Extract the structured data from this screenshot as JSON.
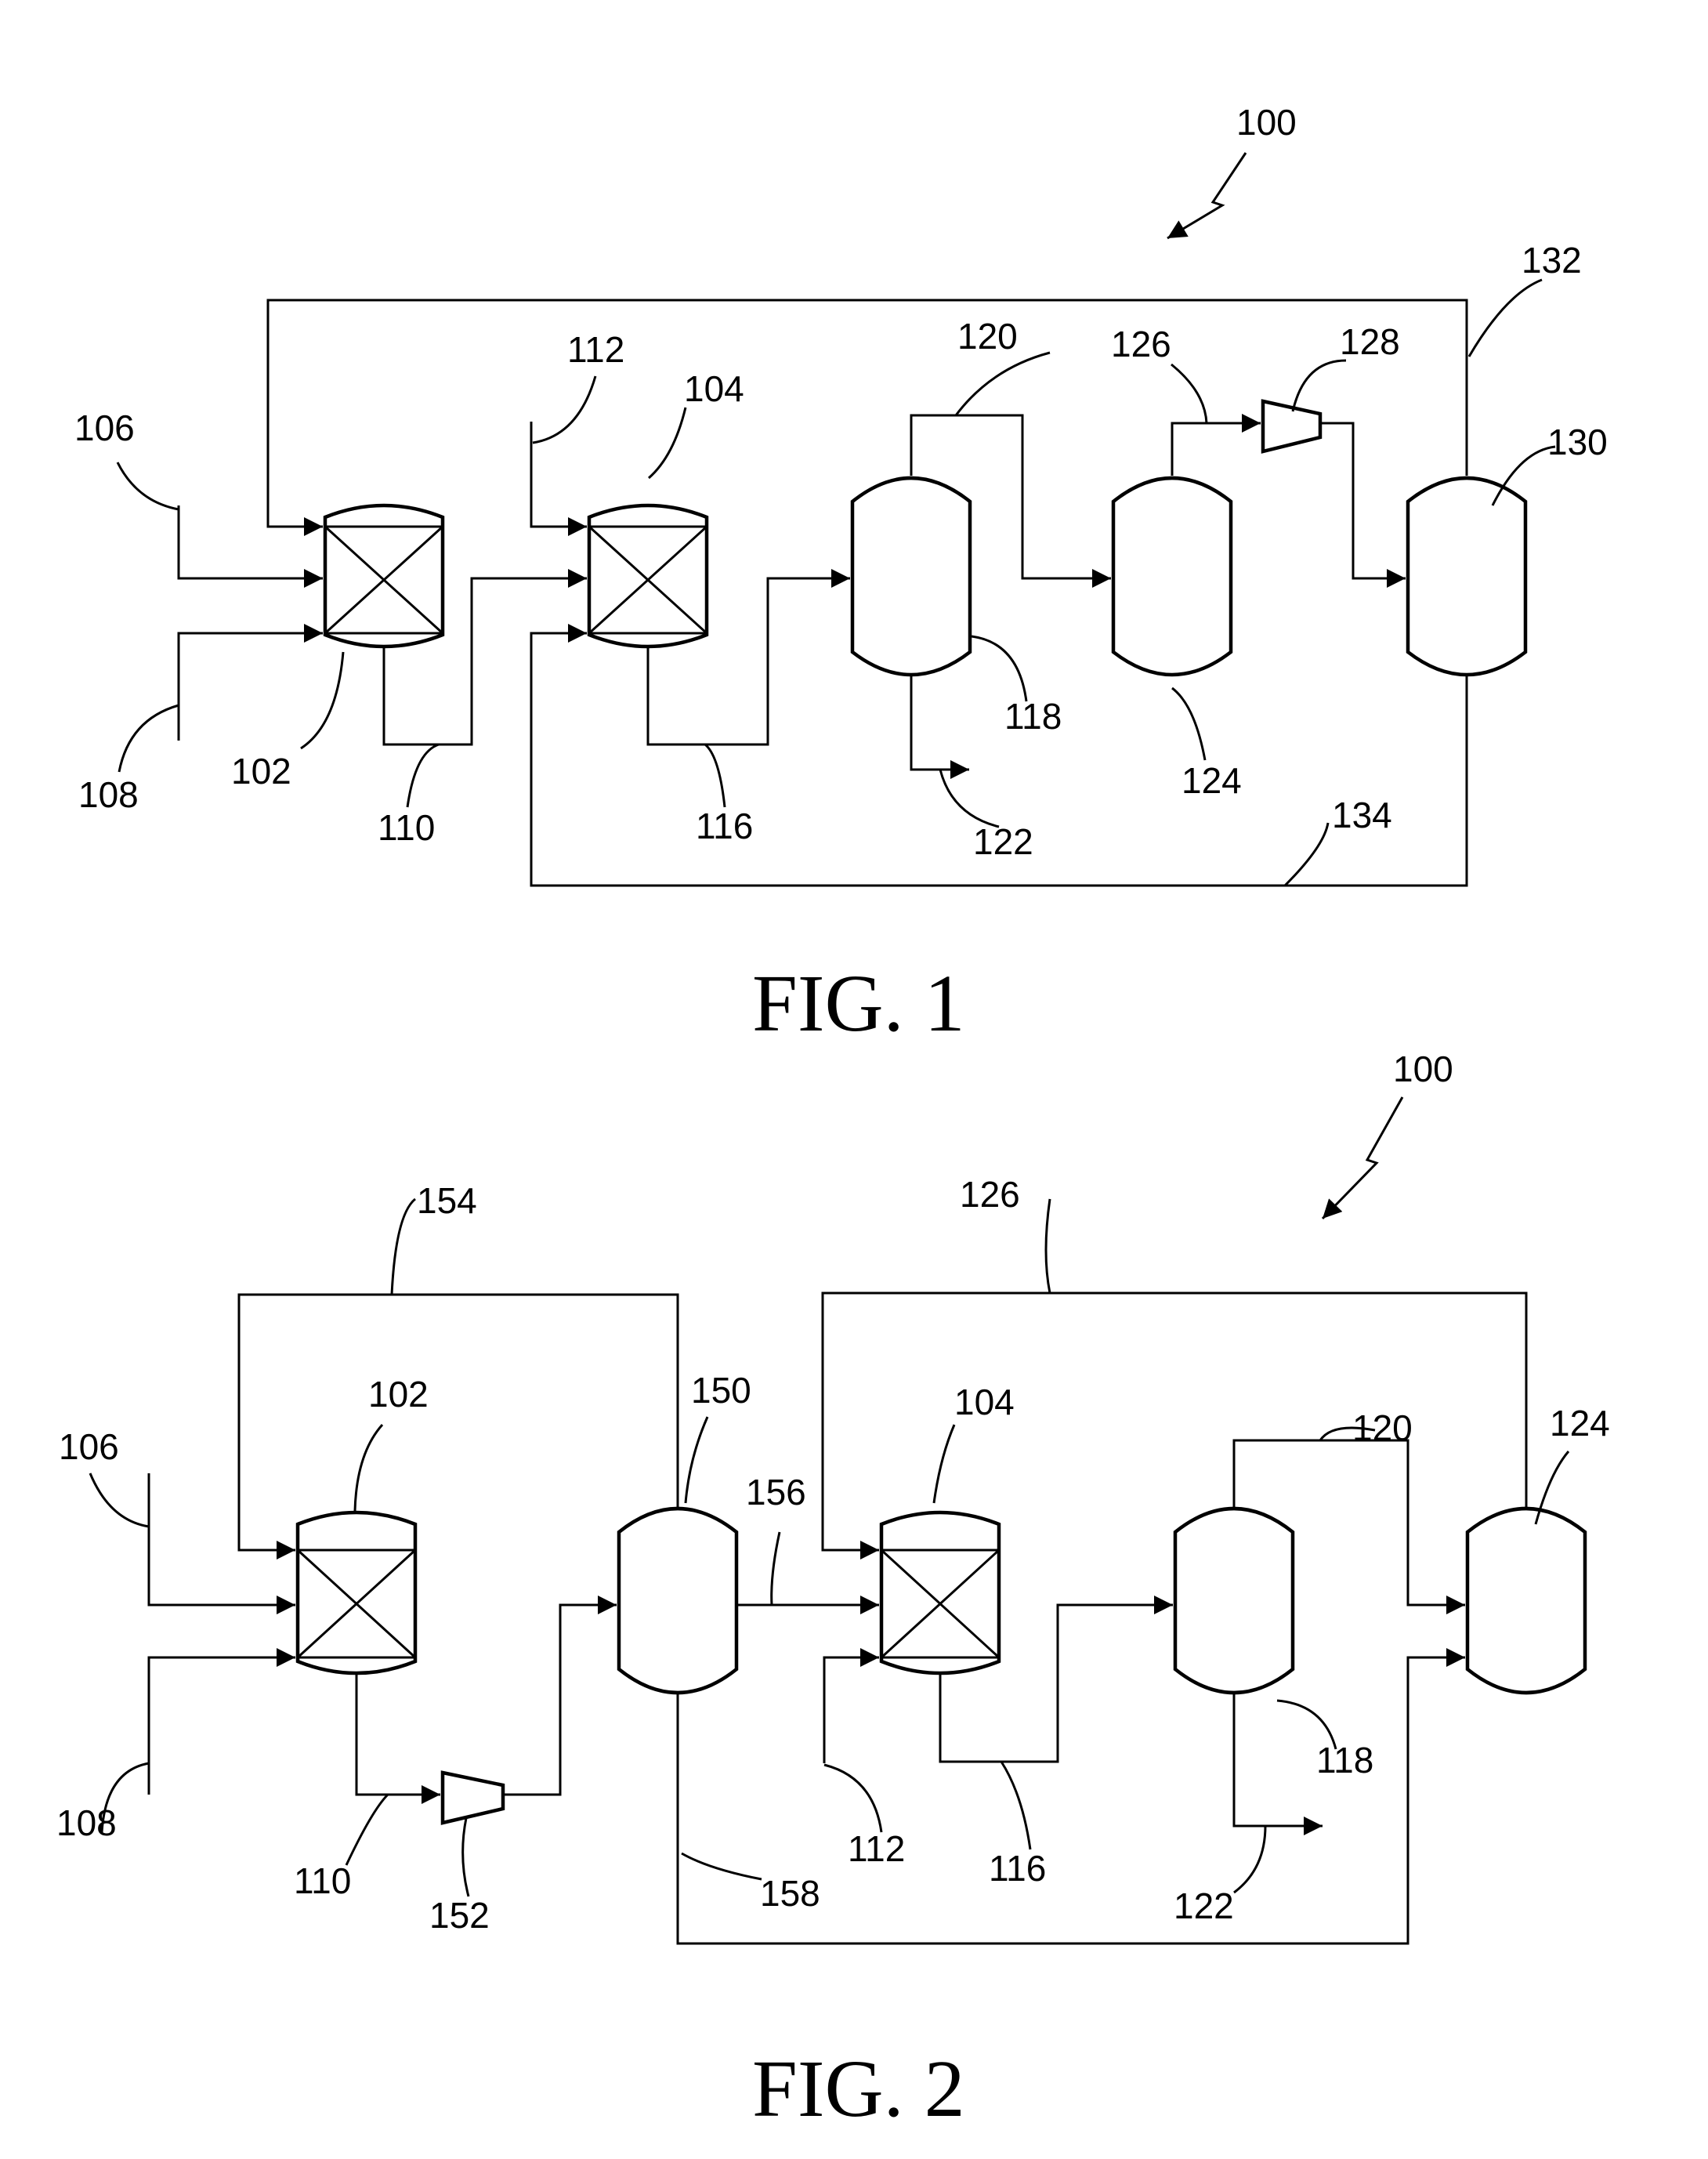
{
  "figures": [
    {
      "caption": "FIG. 1",
      "system_ref": "100",
      "refs": {
        "r106": "106",
        "r108": "108",
        "r102": "102",
        "r110": "110",
        "r112": "112",
        "r104": "104",
        "r116": "116",
        "r120": "120",
        "r118": "118",
        "r122": "122",
        "r126": "126",
        "r128": "128",
        "r124": "124",
        "r130": "130",
        "r132": "132",
        "r134": "134"
      }
    },
    {
      "caption": "FIG. 2",
      "system_ref": "100",
      "refs": {
        "r154": "154",
        "r126": "126",
        "r120": "120",
        "r102": "102",
        "r150": "150",
        "r104": "104",
        "r124": "124",
        "r106": "106",
        "r156": "156",
        "r108": "108",
        "r110": "110",
        "r152": "152",
        "r112": "112",
        "r116": "116",
        "r118": "118",
        "r158": "158",
        "r122": "122"
      }
    }
  ]
}
